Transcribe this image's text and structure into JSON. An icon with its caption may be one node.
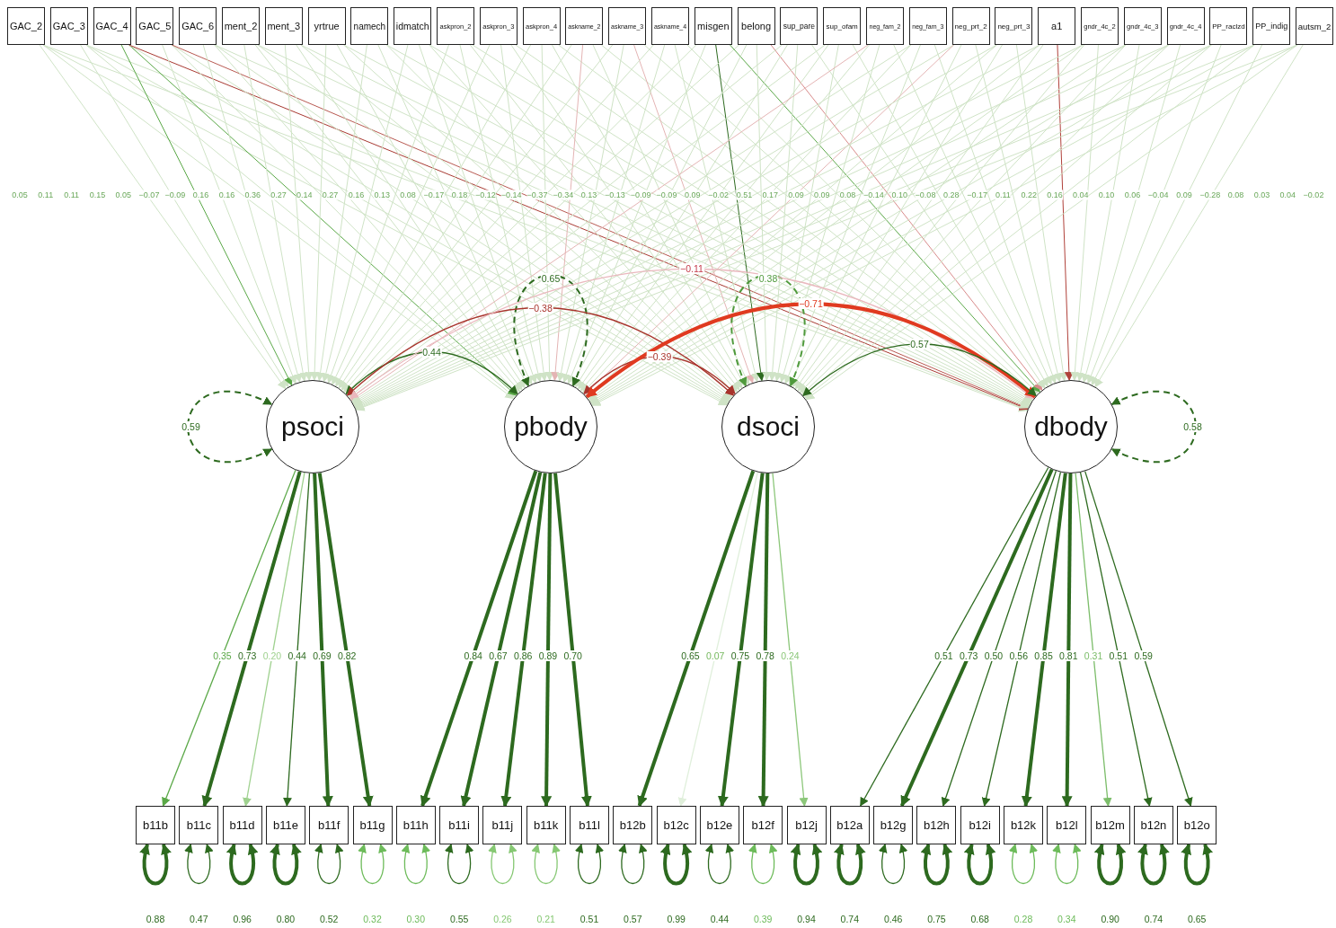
{
  "diagram": {
    "nodes": [
      {
        "text": [
          "GAC_2"
        ]
      },
      {
        "text": [
          "GAC_3"
        ]
      },
      {
        "text": [
          "GAC_4"
        ]
      },
      {
        "text": [
          "GAC_5"
        ]
      },
      {
        "text": [
          "GAC_6"
        ]
      },
      {
        "text": [
          "ment_2"
        ]
      },
      {
        "text": [
          "ment_3"
        ]
      },
      {
        "text": [
          "yrtrue"
        ]
      },
      {
        "text": [
          "namech"
        ]
      },
      {
        "text": [
          "idmatch"
        ]
      },
      {
        "text": [
          "askpron_2"
        ]
      },
      {
        "text": [
          "askpron_3"
        ]
      },
      {
        "text": [
          "askpron_4"
        ]
      },
      {
        "text": [
          "askname_2"
        ]
      },
      {
        "text": [
          "askname_3"
        ]
      },
      {
        "text": [
          "askname_4"
        ]
      },
      {
        "text": [
          "misgen"
        ]
      },
      {
        "text": [
          "belong"
        ]
      },
      {
        "text": [
          "sup_pare"
        ]
      },
      {
        "text": [
          "sup_ofam"
        ]
      },
      {
        "text": [
          "neg_fam_2"
        ]
      },
      {
        "text": [
          "neg_fam_3"
        ]
      },
      {
        "text": [
          "neg_prt_2"
        ]
      },
      {
        "text": [
          "neg_prt_3"
        ]
      },
      {
        "text": [
          "a1"
        ]
      },
      {
        "text": [
          "gndr_4c_2"
        ]
      },
      {
        "text": [
          "gndr_4c_3"
        ]
      },
      {
        "text": [
          "gndr_4c_4"
        ]
      },
      {
        "text": [
          "PP_raclzd"
        ]
      },
      {
        "text": [
          "PP_indig"
        ]
      },
      {
        "text": [
          "autsm_2"
        ]
      },
      {
        "text": [
          "psoci"
        ]
      },
      {
        "text": [
          "pbody"
        ]
      },
      {
        "text": [
          "dsoci"
        ]
      },
      {
        "text": [
          "dbody"
        ]
      },
      {
        "text": [
          "b11b"
        ]
      },
      {
        "text": [
          "b11c"
        ]
      },
      {
        "text": [
          "b11d"
        ]
      },
      {
        "text": [
          "b11e"
        ]
      },
      {
        "text": [
          "b11f"
        ]
      },
      {
        "text": [
          "b11g"
        ]
      },
      {
        "text": [
          "b11h"
        ]
      },
      {
        "text": [
          "b11i"
        ]
      },
      {
        "text": [
          "b11j"
        ]
      },
      {
        "text": [
          "b11k"
        ]
      },
      {
        "text": [
          "b11l"
        ]
      },
      {
        "text": [
          "b12b"
        ]
      },
      {
        "text": [
          "b12c"
        ]
      },
      {
        "text": [
          "b12e"
        ]
      },
      {
        "text": [
          "b12f"
        ]
      },
      {
        "text": [
          "b12j"
        ]
      },
      {
        "text": [
          "b12a"
        ]
      },
      {
        "text": [
          "b12g"
        ]
      },
      {
        "text": [
          "b12h"
        ]
      },
      {
        "text": [
          "b12i"
        ]
      },
      {
        "text": [
          "b12k"
        ]
      },
      {
        "text": [
          "b12l"
        ]
      },
      {
        "text": [
          "b12m"
        ]
      },
      {
        "text": [
          "b12n"
        ]
      },
      {
        "text": [
          "b12o"
        ]
      }
    ],
    "edges": [
      {
        "from": 0,
        "to": 31,
        "arrow": "to",
        "color": "#cfe3c6"
      },
      {
        "from": 0,
        "to": 32,
        "arrow": "to",
        "color": "#cfe3c6"
      },
      {
        "from": 0,
        "to": 33,
        "arrow": "to",
        "color": "#cfe3c6"
      },
      {
        "from": 0,
        "to": 34,
        "arrow": "to",
        "color": "#cfe3c6"
      },
      {
        "from": 1,
        "to": 31,
        "arrow": "to",
        "color": "#cfe3c6"
      },
      {
        "from": 1,
        "to": 32,
        "arrow": "to",
        "color": "#cfe3c6"
      },
      {
        "from": 1,
        "to": 33,
        "arrow": "to",
        "color": "#cfe3c6"
      },
      {
        "from": 1,
        "to": 34,
        "arrow": "to",
        "color": "#cfe3c6"
      },
      {
        "from": 2,
        "to": 31,
        "arrow": "to",
        "color": "#5aa847"
      },
      {
        "from": 2,
        "to": 32,
        "arrow": "to",
        "color": "#5aa847"
      },
      {
        "from": 2,
        "to": 33,
        "arrow": "to",
        "color": "#cfe3c6"
      },
      {
        "from": 2,
        "to": 34,
        "arrow": "to",
        "color": "#a83a32"
      },
      {
        "from": 3,
        "to": 31,
        "arrow": "to",
        "color": "#cfe3c6"
      },
      {
        "from": 3,
        "to": 32,
        "arrow": "to",
        "color": "#cfe3c6"
      },
      {
        "from": 3,
        "to": 33,
        "arrow": "to",
        "color": "#cfe3c6"
      },
      {
        "from": 3,
        "to": 34,
        "arrow": "to",
        "color": "#b85a52"
      },
      {
        "from": 4,
        "to": 31,
        "arrow": "to",
        "color": "#cfe3c6"
      },
      {
        "from": 4,
        "to": 32,
        "arrow": "to",
        "color": "#cfe3c6"
      },
      {
        "from": 4,
        "to": 33,
        "arrow": "to",
        "color": "#cfe3c6"
      },
      {
        "from": 4,
        "to": 34,
        "arrow": "to",
        "color": "#cfe3c6"
      },
      {
        "from": 5,
        "to": 31,
        "arrow": "to",
        "color": "#cfe3c6"
      },
      {
        "from": 5,
        "to": 32,
        "arrow": "to",
        "color": "#cfe3c6"
      },
      {
        "from": 5,
        "to": 33,
        "arrow": "to",
        "color": "#cfe3c6"
      },
      {
        "from": 5,
        "to": 34,
        "arrow": "to",
        "color": "#cfe3c6"
      },
      {
        "from": 6,
        "to": 31,
        "arrow": "to",
        "color": "#cfe3c6"
      },
      {
        "from": 6,
        "to": 32,
        "arrow": "to",
        "color": "#cfe3c6"
      },
      {
        "from": 6,
        "to": 33,
        "arrow": "to",
        "color": "#cfe3c6"
      },
      {
        "from": 6,
        "to": 34,
        "arrow": "to",
        "color": "#cfe3c6"
      },
      {
        "from": 7,
        "to": 31,
        "arrow": "to",
        "color": "#cfe3c6"
      },
      {
        "from": 7,
        "to": 32,
        "arrow": "to",
        "color": "#cfe3c6"
      },
      {
        "from": 7,
        "to": 33,
        "arrow": "to",
        "color": "#cfe3c6"
      },
      {
        "from": 7,
        "to": 34,
        "arrow": "to",
        "color": "#cfe3c6"
      },
      {
        "from": 8,
        "to": 31,
        "arrow": "to",
        "color": "#cfe3c6"
      },
      {
        "from": 8,
        "to": 32,
        "arrow": "to",
        "color": "#cfe3c6"
      },
      {
        "from": 8,
        "to": 33,
        "arrow": "to",
        "color": "#cfe3c6"
      },
      {
        "from": 8,
        "to": 34,
        "arrow": "to",
        "color": "#cfe3c6"
      },
      {
        "from": 9,
        "to": 31,
        "arrow": "to",
        "color": "#cfe3c6"
      },
      {
        "from": 9,
        "to": 32,
        "arrow": "to",
        "color": "#cfe3c6"
      },
      {
        "from": 9,
        "to": 33,
        "arrow": "to",
        "color": "#cfe3c6"
      },
      {
        "from": 9,
        "to": 34,
        "arrow": "to",
        "color": "#cfe3c6"
      },
      {
        "from": 10,
        "to": 31,
        "arrow": "to",
        "color": "#cfe3c6"
      },
      {
        "from": 10,
        "to": 32,
        "arrow": "to",
        "color": "#cfe3c6"
      },
      {
        "from": 10,
        "to": 33,
        "arrow": "to",
        "color": "#cfe3c6"
      },
      {
        "from": 10,
        "to": 34,
        "arrow": "to",
        "color": "#cfe3c6"
      },
      {
        "from": 11,
        "to": 31,
        "arrow": "to",
        "color": "#cfe3c6"
      },
      {
        "from": 11,
        "to": 32,
        "arrow": "to",
        "color": "#cfe3c6"
      },
      {
        "from": 11,
        "to": 33,
        "arrow": "to",
        "color": "#cfe3c6"
      },
      {
        "from": 11,
        "to": 34,
        "arrow": "to",
        "color": "#cfe3c6"
      },
      {
        "from": 12,
        "to": 31,
        "arrow": "to",
        "color": "#cfe3c6"
      },
      {
        "from": 12,
        "to": 32,
        "arrow": "to",
        "color": "#cfe3c6"
      },
      {
        "from": 12,
        "to": 33,
        "arrow": "to",
        "color": "#cfe3c6"
      },
      {
        "from": 12,
        "to": 34,
        "arrow": "to",
        "color": "#cfe3c6"
      },
      {
        "from": 13,
        "to": 31,
        "arrow": "to",
        "color": "#cfe3c6"
      },
      {
        "from": 13,
        "to": 32,
        "arrow": "to",
        "color": "#e4b4b4"
      },
      {
        "from": 13,
        "to": 33,
        "arrow": "to",
        "color": "#cfe3c6"
      },
      {
        "from": 13,
        "to": 34,
        "arrow": "to",
        "color": "#cfe3c6"
      },
      {
        "from": 14,
        "to": 31,
        "arrow": "to",
        "color": "#cfe3c6"
      },
      {
        "from": 14,
        "to": 32,
        "arrow": "to",
        "color": "#cfe3c6"
      },
      {
        "from": 14,
        "to": 33,
        "arrow": "to",
        "color": "#e4b4b4"
      },
      {
        "from": 14,
        "to": 34,
        "arrow": "to",
        "color": "#cfe3c6"
      },
      {
        "from": 15,
        "to": 31,
        "arrow": "to",
        "color": "#cfe3c6"
      },
      {
        "from": 15,
        "to": 32,
        "arrow": "to",
        "color": "#cfe3c6"
      },
      {
        "from": 15,
        "to": 33,
        "arrow": "to",
        "color": "#cfe3c6"
      },
      {
        "from": 15,
        "to": 34,
        "arrow": "to",
        "color": "#cfe3c6"
      },
      {
        "from": 16,
        "to": 31,
        "arrow": "to",
        "color": "#cfe3c6"
      },
      {
        "from": 16,
        "to": 32,
        "arrow": "to",
        "color": "#cfe3c6"
      },
      {
        "from": 16,
        "to": 33,
        "arrow": "to",
        "color": "#2d6a1f"
      },
      {
        "from": 16,
        "to": 34,
        "arrow": "to",
        "color": "#5aa847"
      },
      {
        "from": 17,
        "to": 31,
        "arrow": "to",
        "color": "#cfe3c6"
      },
      {
        "from": 17,
        "to": 32,
        "arrow": "to",
        "color": "#cfe3c6"
      },
      {
        "from": 17,
        "to": 33,
        "arrow": "to",
        "color": "#cfe3c6"
      },
      {
        "from": 17,
        "to": 34,
        "arrow": "to",
        "color": "#d88a8a"
      },
      {
        "from": 18,
        "to": 31,
        "arrow": "to",
        "color": "#cfe3c6"
      },
      {
        "from": 18,
        "to": 32,
        "arrow": "to",
        "color": "#cfe3c6"
      },
      {
        "from": 18,
        "to": 33,
        "arrow": "to",
        "color": "#cfe3c6"
      },
      {
        "from": 18,
        "to": 34,
        "arrow": "to",
        "color": "#cfe3c6"
      },
      {
        "from": 19,
        "to": 31,
        "arrow": "to",
        "color": "#cfe3c6"
      },
      {
        "from": 19,
        "to": 32,
        "arrow": "to",
        "color": "#cfe3c6"
      },
      {
        "from": 19,
        "to": 33,
        "arrow": "to",
        "color": "#cfe3c6"
      },
      {
        "from": 19,
        "to": 34,
        "arrow": "to",
        "color": "#cfe3c6"
      },
      {
        "from": 20,
        "to": 31,
        "arrow": "to",
        "color": "#e4b4b4"
      },
      {
        "from": 20,
        "to": 32,
        "arrow": "to",
        "color": "#cfe3c6"
      },
      {
        "from": 20,
        "to": 33,
        "arrow": "to",
        "color": "#cfe3c6"
      },
      {
        "from": 20,
        "to": 34,
        "arrow": "to",
        "color": "#cfe3c6"
      },
      {
        "from": 21,
        "to": 31,
        "arrow": "to",
        "color": "#cfe3c6"
      },
      {
        "from": 21,
        "to": 32,
        "arrow": "to",
        "color": "#cfe3c6"
      },
      {
        "from": 21,
        "to": 33,
        "arrow": "to",
        "color": "#cfe3c6"
      },
      {
        "from": 21,
        "to": 34,
        "arrow": "to",
        "color": "#cfe3c6"
      },
      {
        "from": 22,
        "to": 31,
        "arrow": "to",
        "color": "#cfe3c6"
      },
      {
        "from": 22,
        "to": 32,
        "arrow": "to",
        "color": "#e4b4b4"
      },
      {
        "from": 22,
        "to": 33,
        "arrow": "to",
        "color": "#cfe3c6"
      },
      {
        "from": 22,
        "to": 34,
        "arrow": "to",
        "color": "#cfe3c6"
      },
      {
        "from": 23,
        "to": 31,
        "arrow": "to",
        "color": "#cfe3c6"
      },
      {
        "from": 23,
        "to": 32,
        "arrow": "to",
        "color": "#cfe3c6"
      },
      {
        "from": 23,
        "to": 33,
        "arrow": "to",
        "color": "#cfe3c6"
      },
      {
        "from": 23,
        "to": 34,
        "arrow": "to",
        "color": "#cfe3c6"
      },
      {
        "from": 24,
        "to": 31,
        "arrow": "to",
        "color": "#cfe3c6"
      },
      {
        "from": 24,
        "to": 32,
        "arrow": "to",
        "color": "#cfe3c6"
      },
      {
        "from": 24,
        "to": 33,
        "arrow": "to",
        "color": "#cfe3c6"
      },
      {
        "from": 24,
        "to": 34,
        "arrow": "to",
        "color": "#b0413a"
      },
      {
        "from": 25,
        "to": 31,
        "arrow": "to",
        "color": "#cfe3c6"
      },
      {
        "from": 25,
        "to": 32,
        "arrow": "to",
        "color": "#cfe3c6"
      },
      {
        "from": 25,
        "to": 33,
        "arrow": "to",
        "color": "#cfe3c6"
      },
      {
        "from": 25,
        "to": 34,
        "arrow": "to",
        "color": "#cfe3c6"
      },
      {
        "from": 26,
        "to": 31,
        "arrow": "to",
        "color": "#cfe3c6"
      },
      {
        "from": 26,
        "to": 32,
        "arrow": "to",
        "color": "#cfe3c6"
      },
      {
        "from": 26,
        "to": 33,
        "arrow": "to",
        "color": "#cfe3c6"
      },
      {
        "from": 26,
        "to": 34,
        "arrow": "to",
        "color": "#cfe3c6"
      },
      {
        "from": 27,
        "to": 31,
        "arrow": "to",
        "color": "#cfe3c6"
      },
      {
        "from": 27,
        "to": 32,
        "arrow": "to",
        "color": "#cfe3c6"
      },
      {
        "from": 27,
        "to": 33,
        "arrow": "to",
        "color": "#cfe3c6"
      },
      {
        "from": 27,
        "to": 34,
        "arrow": "to",
        "color": "#cfe3c6"
      },
      {
        "from": 28,
        "to": 31,
        "arrow": "to",
        "color": "#cfe3c6"
      },
      {
        "from": 28,
        "to": 32,
        "arrow": "to",
        "color": "#cfe3c6"
      },
      {
        "from": 28,
        "to": 33,
        "arrow": "to",
        "color": "#cfe3c6"
      },
      {
        "from": 28,
        "to": 34,
        "arrow": "to",
        "color": "#cfe3c6"
      },
      {
        "from": 29,
        "to": 31,
        "arrow": "to",
        "color": "#cfe3c6"
      },
      {
        "from": 29,
        "to": 32,
        "arrow": "to",
        "color": "#cfe3c6"
      },
      {
        "from": 29,
        "to": 33,
        "arrow": "to",
        "color": "#cfe3c6"
      },
      {
        "from": 29,
        "to": 34,
        "arrow": "to",
        "color": "#cfe3c6"
      },
      {
        "from": 30,
        "to": 31,
        "arrow": "to",
        "color": "#cfe3c6"
      },
      {
        "from": 30,
        "to": 32,
        "arrow": "to",
        "color": "#cfe3c6"
      },
      {
        "from": 30,
        "to": 33,
        "arrow": "to",
        "color": "#cfe3c6"
      },
      {
        "from": 30,
        "to": 34,
        "arrow": "to",
        "color": "#cfe3c6"
      },
      {
        "from": 31,
        "to": 31,
        "arrow": "both",
        "label": "0.59",
        "style": "dashed",
        "color": "#2d6a1f"
      },
      {
        "from": 32,
        "to": 32,
        "arrow": "both",
        "label": "0.65",
        "style": "dashed",
        "color": "#2d6a1f"
      },
      {
        "from": 33,
        "to": 33,
        "arrow": "both",
        "label": "0.38",
        "style": "dashed",
        "color": "#4f9a3c"
      },
      {
        "from": 34,
        "to": 34,
        "arrow": "both",
        "label": "0.58",
        "style": "dashed",
        "color": "#2d6a1f"
      },
      {
        "from": 31,
        "to": 32,
        "arrow": "both",
        "label": "0.44",
        "color": "#2d6a1f"
      },
      {
        "from": 31,
        "to": 33,
        "arrow": "both",
        "label": "−0.38",
        "color": "#a8342c"
      },
      {
        "from": 31,
        "to": 34,
        "arrow": "both",
        "label": "−0.11",
        "color": "#eab8be"
      },
      {
        "from": 32,
        "to": 33,
        "arrow": "both",
        "label": "−0.39",
        "color": "#a8342c"
      },
      {
        "from": 32,
        "to": 34,
        "arrow": "both",
        "label": "−0.71",
        "style": "thick",
        "color": "#e03a20"
      },
      {
        "from": 33,
        "to": 34,
        "arrow": "both",
        "label": "0.57",
        "color": "#2d6a1f"
      },
      {
        "from": 31,
        "to": 35,
        "arrow": "to",
        "label": "0.35",
        "color": "#5aa847"
      },
      {
        "from": 31,
        "to": 36,
        "arrow": "to",
        "label": "0.73",
        "style": "thick",
        "color": "#2d6a1f"
      },
      {
        "from": 31,
        "to": 37,
        "arrow": "to",
        "label": "0.20",
        "color": "#9fd18f"
      },
      {
        "from": 31,
        "to": 38,
        "arrow": "to",
        "label": "0.44",
        "color": "#2d6a1f"
      },
      {
        "from": 31,
        "to": 39,
        "arrow": "to",
        "label": "0.69",
        "style": "thick",
        "color": "#2d6a1f"
      },
      {
        "from": 31,
        "to": 40,
        "arrow": "to",
        "label": "0.82",
        "style": "thick",
        "color": "#2d6a1f"
      },
      {
        "from": 32,
        "to": 41,
        "arrow": "to",
        "label": "0.84",
        "style": "thick",
        "color": "#2d6a1f"
      },
      {
        "from": 32,
        "to": 42,
        "arrow": "to",
        "label": "0.67",
        "style": "thick",
        "color": "#2d6a1f"
      },
      {
        "from": 32,
        "to": 43,
        "arrow": "to",
        "label": "0.86",
        "style": "thick",
        "color": "#2d6a1f"
      },
      {
        "from": 32,
        "to": 44,
        "arrow": "to",
        "label": "0.89",
        "style": "thick",
        "color": "#2d6a1f"
      },
      {
        "from": 32,
        "to": 45,
        "arrow": "to",
        "label": "0.70",
        "style": "thick",
        "color": "#2d6a1f"
      },
      {
        "from": 33,
        "to": 46,
        "arrow": "to",
        "label": "0.65",
        "style": "thick",
        "color": "#2d6a1f"
      },
      {
        "from": 33,
        "to": 47,
        "arrow": "to",
        "label": "0.07",
        "color": "#e0efdb"
      },
      {
        "from": 33,
        "to": 48,
        "arrow": "to",
        "label": "0.75",
        "style": "thick",
        "color": "#2d6a1f"
      },
      {
        "from": 33,
        "to": 49,
        "arrow": "to",
        "label": "0.78",
        "style": "thick",
        "color": "#2d6a1f"
      },
      {
        "from": 33,
        "to": 50,
        "arrow": "to",
        "label": "0.24",
        "color": "#8cc77a"
      },
      {
        "from": 34,
        "to": 51,
        "arrow": "to",
        "label": "0.51",
        "color": "#2d6a1f"
      },
      {
        "from": 34,
        "to": 52,
        "arrow": "to",
        "label": "0.73",
        "style": "thick",
        "color": "#2d6a1f"
      },
      {
        "from": 34,
        "to": 53,
        "arrow": "to",
        "label": "0.50",
        "color": "#2d6a1f"
      },
      {
        "from": 34,
        "to": 54,
        "arrow": "to",
        "label": "0.56",
        "color": "#2d6a1f"
      },
      {
        "from": 34,
        "to": 55,
        "arrow": "to",
        "label": "0.85",
        "style": "thick",
        "color": "#2d6a1f"
      },
      {
        "from": 34,
        "to": 56,
        "arrow": "to",
        "label": "0.81",
        "style": "thick",
        "color": "#2d6a1f"
      },
      {
        "from": 34,
        "to": 57,
        "arrow": "to",
        "label": "0.31",
        "color": "#7cbd6a"
      },
      {
        "from": 34,
        "to": 58,
        "arrow": "to",
        "label": "0.51",
        "color": "#2d6a1f"
      },
      {
        "from": 34,
        "to": 59,
        "arrow": "to",
        "label": "0.59",
        "color": "#2d6a1f"
      },
      {
        "from": 35,
        "to": 35,
        "arrow": "both",
        "label": "0.88",
        "style": "thick",
        "color": "#2d6a1f"
      },
      {
        "from": 36,
        "to": 36,
        "arrow": "both",
        "label": "0.47",
        "color": "#2d6a1f"
      },
      {
        "from": 37,
        "to": 37,
        "arrow": "both",
        "label": "0.96",
        "style": "thick",
        "color": "#2d6a1f"
      },
      {
        "from": 38,
        "to": 38,
        "arrow": "both",
        "label": "0.80",
        "style": "thick",
        "color": "#2d6a1f"
      },
      {
        "from": 39,
        "to": 39,
        "arrow": "both",
        "label": "0.52",
        "color": "#2d6a1f"
      },
      {
        "from": 40,
        "to": 40,
        "arrow": "both",
        "label": "0.32",
        "color": "#6dbb5a"
      },
      {
        "from": 41,
        "to": 41,
        "arrow": "both",
        "label": "0.30",
        "color": "#6dbb5a"
      },
      {
        "from": 42,
        "to": 42,
        "arrow": "both",
        "label": "0.55",
        "color": "#2d6a1f"
      },
      {
        "from": 43,
        "to": 43,
        "arrow": "both",
        "label": "0.26",
        "color": "#86c873"
      },
      {
        "from": 44,
        "to": 44,
        "arrow": "both",
        "label": "0.21",
        "color": "#86c873"
      },
      {
        "from": 45,
        "to": 45,
        "arrow": "both",
        "label": "0.51",
        "color": "#2d6a1f"
      },
      {
        "from": 46,
        "to": 46,
        "arrow": "both",
        "label": "0.57",
        "color": "#2d6a1f"
      },
      {
        "from": 47,
        "to": 47,
        "arrow": "both",
        "label": "0.99",
        "style": "thick",
        "color": "#2d6a1f"
      },
      {
        "from": 48,
        "to": 48,
        "arrow": "both",
        "label": "0.44",
        "color": "#2d6a1f"
      },
      {
        "from": 49,
        "to": 49,
        "arrow": "both",
        "label": "0.39",
        "color": "#6dbb5a"
      },
      {
        "from": 50,
        "to": 50,
        "arrow": "both",
        "label": "0.94",
        "style": "thick",
        "color": "#2d6a1f"
      },
      {
        "from": 51,
        "to": 51,
        "arrow": "both",
        "label": "0.74",
        "style": "thick",
        "color": "#2d6a1f"
      },
      {
        "from": 52,
        "to": 52,
        "arrow": "both",
        "label": "0.46",
        "color": "#2d6a1f"
      },
      {
        "from": 53,
        "to": 53,
        "arrow": "both",
        "label": "0.75",
        "style": "thick",
        "color": "#2d6a1f"
      },
      {
        "from": 54,
        "to": 54,
        "arrow": "both",
        "label": "0.68",
        "style": "thick",
        "color": "#2d6a1f"
      },
      {
        "from": 55,
        "to": 55,
        "arrow": "both",
        "label": "0.28",
        "color": "#6dbb5a"
      },
      {
        "from": 56,
        "to": 56,
        "arrow": "both",
        "label": "0.34",
        "color": "#6dbb5a"
      },
      {
        "from": 57,
        "to": 57,
        "arrow": "both",
        "label": "0.90",
        "style": "thick",
        "color": "#2d6a1f"
      },
      {
        "from": 58,
        "to": 58,
        "arrow": "both",
        "label": "0.74",
        "style": "thick",
        "color": "#2d6a1f"
      },
      {
        "from": 59,
        "to": 59,
        "arrow": "both",
        "label": "0.65",
        "style": "thick",
        "color": "#2d6a1f"
      }
    ],
    "labels": [
      "0.05",
      "0.11",
      "0.11",
      "0.15",
      "0.05",
      "−0.07",
      "−0.09",
      "0.16",
      "0.16",
      "0.36",
      "0.27",
      "0.14",
      "0.27",
      "0.16",
      "0.13",
      "0.08",
      "−0.17",
      "0.18",
      "−0.12",
      "−0.14",
      "−0.37",
      "−0.34",
      "0.13",
      "−0.13",
      "−0.09",
      "−0.09",
      "0.09",
      "−0.02",
      "0.51",
      "0.17",
      "0.09",
      "0.09",
      "0.08",
      "−0.14",
      "0.10",
      "−0.08",
      "0.28",
      "−0.17",
      "0.11",
      "0.22",
      "0.16",
      "0.04",
      "0.10",
      "0.06",
      "−0.04",
      "0.09",
      "−0.28",
      "0.08",
      "0.03",
      "0.04",
      "−0.02"
    ]
  }
}
